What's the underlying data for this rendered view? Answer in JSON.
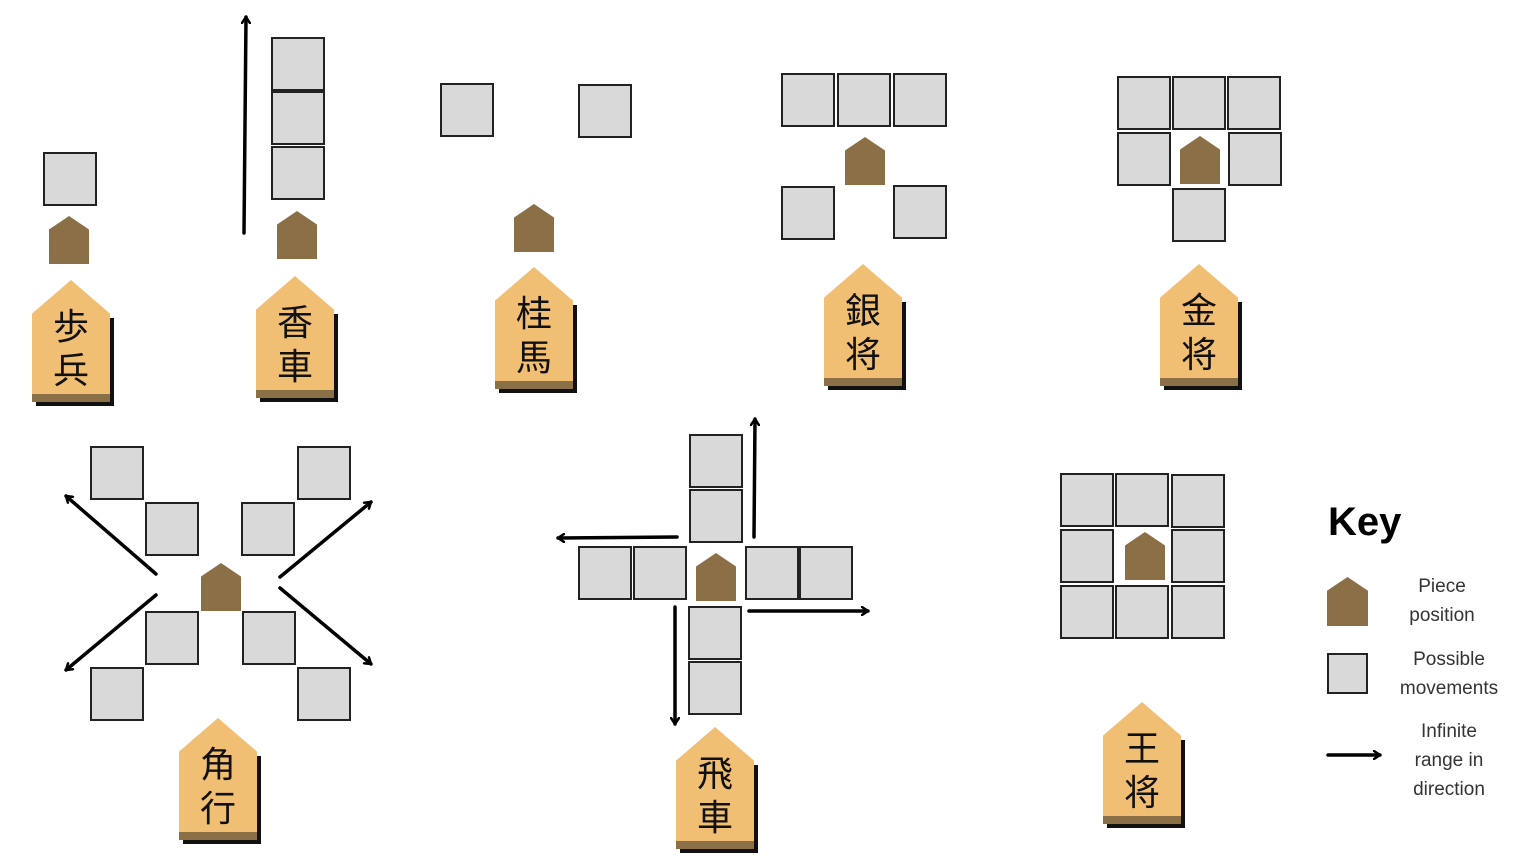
{
  "pieces": [
    {
      "id": "pawn",
      "kanji": [
        "歩",
        "兵"
      ]
    },
    {
      "id": "lance",
      "kanji": [
        "香",
        "車"
      ]
    },
    {
      "id": "knight",
      "kanji": [
        "桂",
        "馬"
      ]
    },
    {
      "id": "silver",
      "kanji": [
        "銀",
        "将"
      ]
    },
    {
      "id": "gold",
      "kanji": [
        "金",
        "将"
      ]
    },
    {
      "id": "bishop",
      "kanji": [
        "角",
        "行"
      ]
    },
    {
      "id": "rook",
      "kanji": [
        "飛",
        "車"
      ]
    },
    {
      "id": "king",
      "kanji": [
        "王",
        "将"
      ]
    }
  ],
  "key": {
    "title": "Key",
    "items": [
      {
        "icon": "piece-position-icon",
        "label_lines": [
          "Piece",
          "position"
        ]
      },
      {
        "icon": "possible-movement-square-icon",
        "label_lines": [
          "Possible",
          "movements"
        ]
      },
      {
        "icon": "arrow-right-icon",
        "label_lines": [
          "Infinite",
          "range in",
          "direction"
        ]
      }
    ]
  },
  "colors": {
    "piece_face": "#f0bf73",
    "piece_base": "#8b6f47",
    "position_marker": "#8b6f47",
    "move_square": "#d9d9d9",
    "outline": "#222222"
  }
}
